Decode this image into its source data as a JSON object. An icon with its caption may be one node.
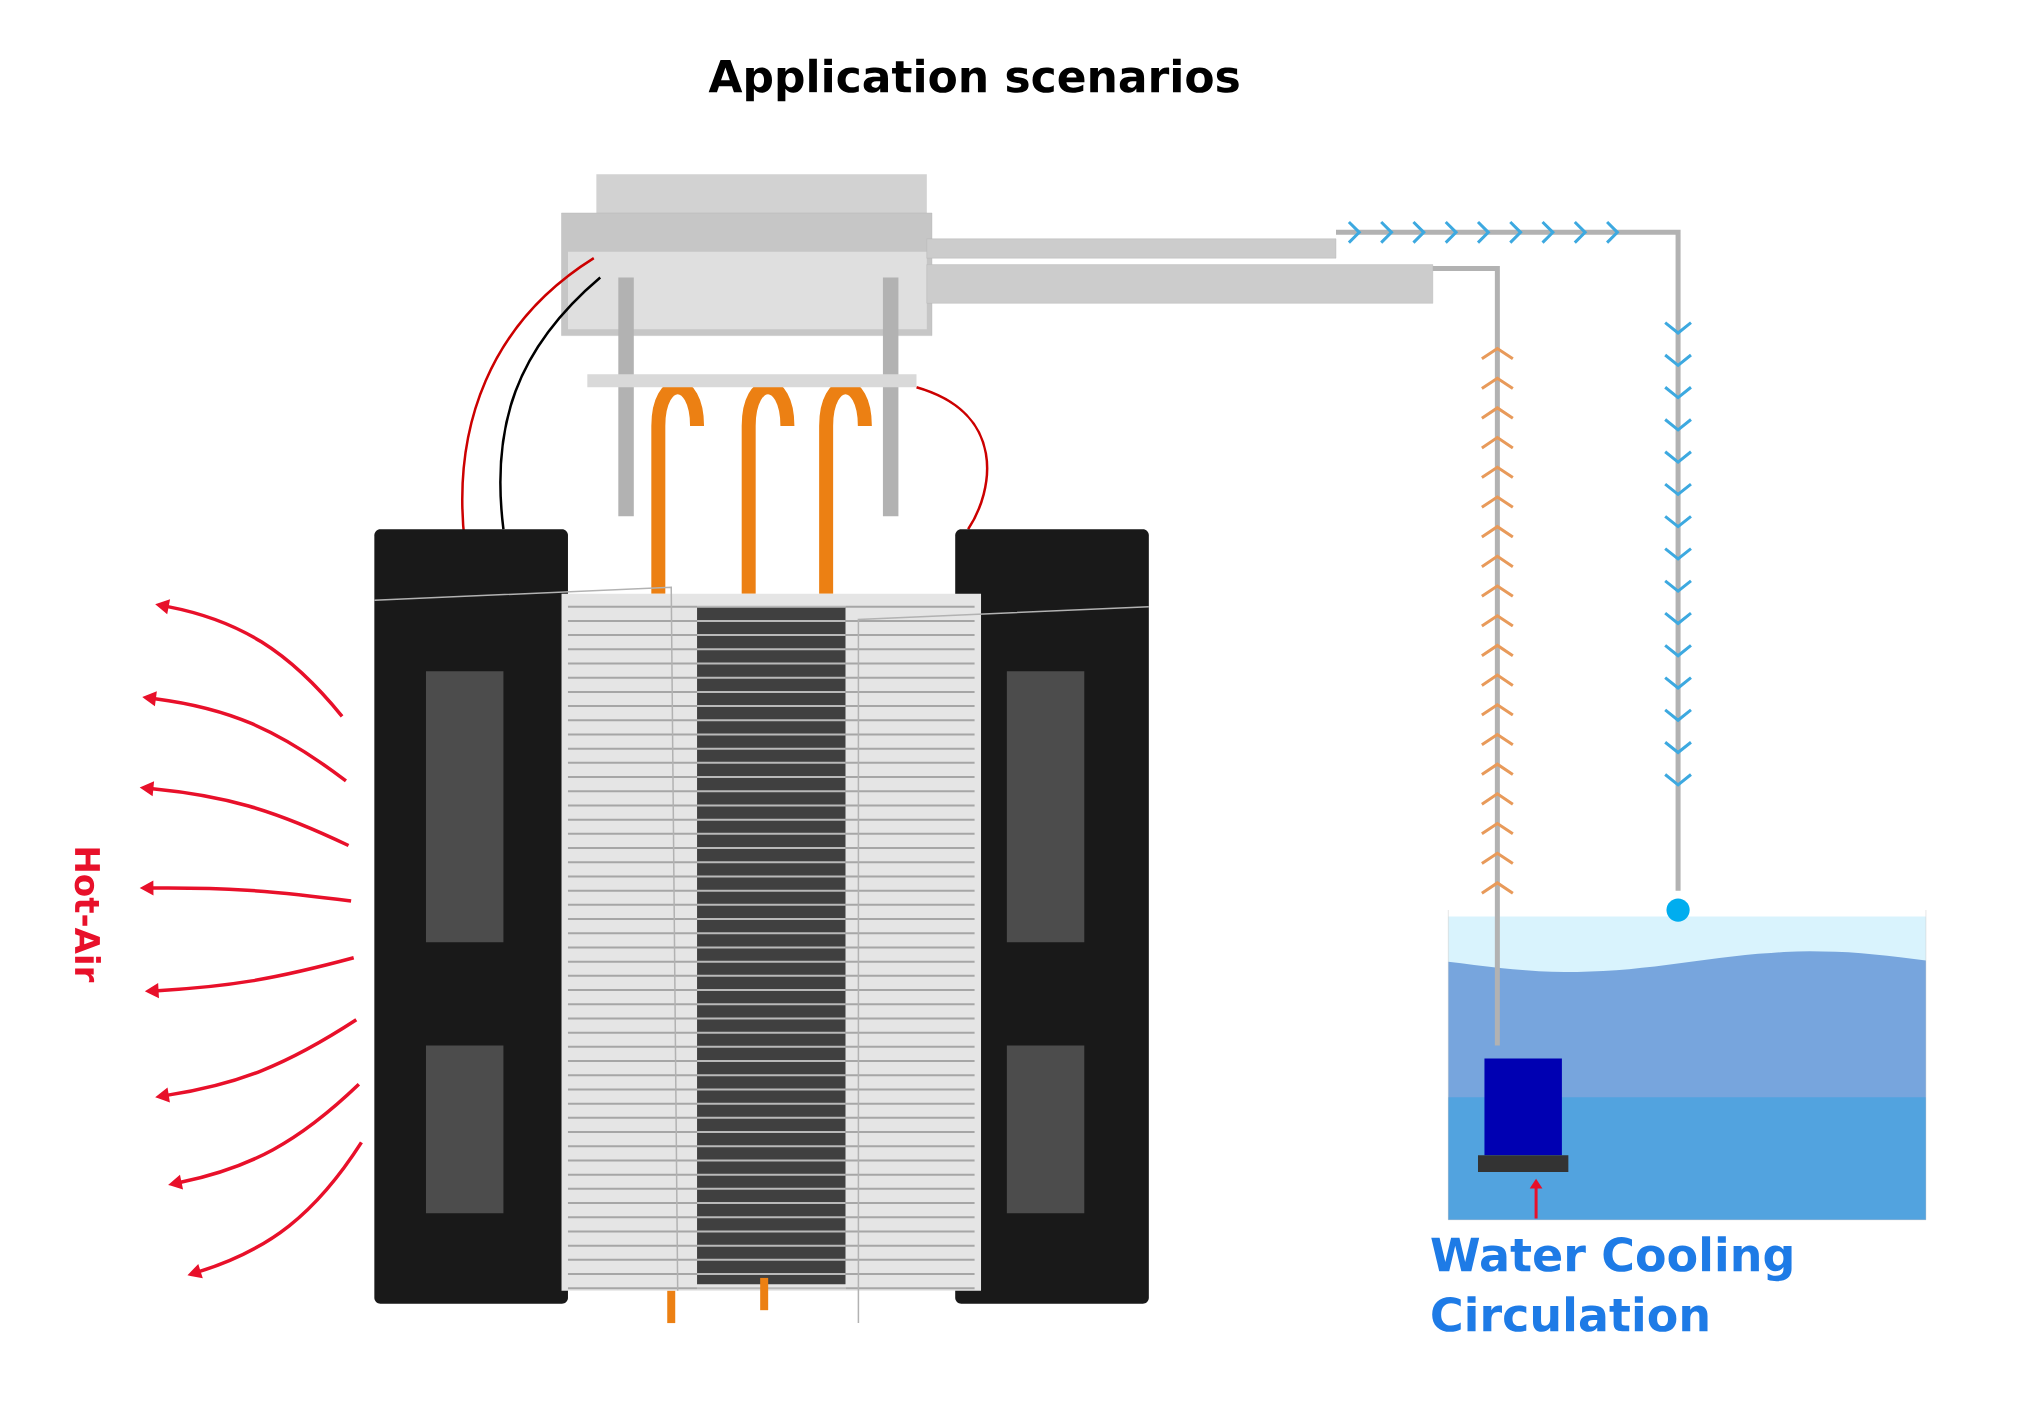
{
  "diagram": {
    "title": "Application scenarios",
    "labels": [
      "Hot-Air",
      "Water Cooling Circulation"
    ]
  }
}
